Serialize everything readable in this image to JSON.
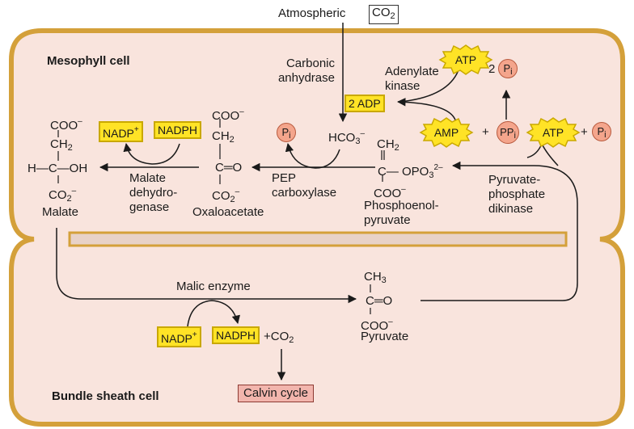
{
  "colors": {
    "cell_fill": "#f9e4dd",
    "cell_wall": "#d4a03a",
    "page_bg": "#ffffff",
    "yellow": "#ffe326",
    "pi_fill": "#f4a58c",
    "calvin_fill": "#f2b5ad"
  },
  "atmospheric": {
    "label": "Atmospheric",
    "co2": "CO",
    "co2_sub": "2"
  },
  "cells": {
    "mesophyll": "Mesophyll cell",
    "bundle_sheath": "Bundle sheath cell"
  },
  "carbonic_anhydrase": {
    "line1": "Carbonic",
    "line2": "anhydrase"
  },
  "adenylate_kinase": {
    "line1": "Adenylate",
    "line2": "kinase"
  },
  "atp_top": "ATP",
  "two_pi": {
    "coef": "2",
    "p": "P",
    "i": "i"
  },
  "two_adp": "2 ADP",
  "hco3": {
    "main": "HCO",
    "sub": "3",
    "sup": "–"
  },
  "pi_label": {
    "p": "P",
    "i": "i"
  },
  "pp_label": {
    "p": "PP",
    "i": "i"
  },
  "amp": "AMP",
  "atp_mid": "ATP",
  "plus": "+",
  "nadp_plus": "NADP",
  "nadp_sup": "+",
  "nadph": "NADPH",
  "malate": {
    "coo_top": "COO",
    "coo_sup": "–",
    "ch2": "CH",
    "ch2_sub": "2",
    "choh": "H—C—OH",
    "co2": "CO",
    "co2_sub": "2",
    "co2_sup": "–",
    "name": "Malate"
  },
  "malate_dh": {
    "line1": "Malate",
    "line2": "dehydro-",
    "line3": "genase"
  },
  "oxaloacetate": {
    "coo_top": "COO",
    "coo_sup": "–",
    "ch2": "CH",
    "ch2_sub": "2",
    "co": "C═O",
    "co2": "CO",
    "co2_sub": "2",
    "co2_sup": "–",
    "name": "Oxaloacetate"
  },
  "pep_carboxylase": {
    "line1": "PEP",
    "line2": "carboxylase"
  },
  "pep": {
    "ch2": "CH",
    "ch2_sub": "2",
    "c": "C— OPO",
    "c_sub": "3",
    "c_sup": "2–",
    "coo": "COO",
    "coo_sup": "–",
    "name1": "Phosphoenol-",
    "name2": "pyruvate"
  },
  "ppdk": {
    "line1": "Pyruvate-",
    "line2": "phosphate",
    "line3": "dikinase"
  },
  "malic_enzyme": "Malic enzyme",
  "co2_release": {
    "plus": "+CO",
    "sub": "2"
  },
  "pyruvate": {
    "ch3": "CH",
    "ch3_sub": "3",
    "co": "C═O",
    "coo": "COO",
    "coo_sup": "–",
    "name": "Pyruvate"
  },
  "calvin": "Calvin cycle"
}
